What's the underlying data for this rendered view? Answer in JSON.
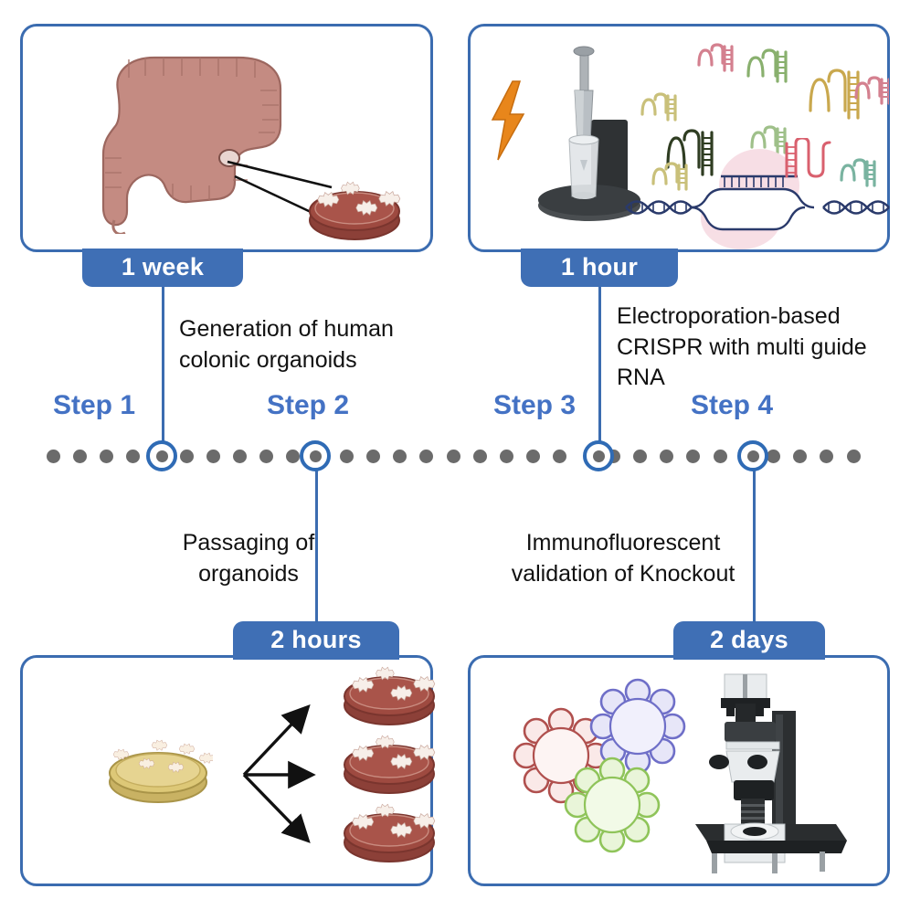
{
  "diagram": {
    "title": "CRISPR knockout workflow in human colonic organoids",
    "accent_blue": "#3b6cb0",
    "step_label_color": "#4472c4",
    "badge_color": "#3f6fb5",
    "dot_color": "#6b6b6b"
  },
  "steps": [
    {
      "id": "step-1",
      "label": "Step 1",
      "duration": "1 week",
      "description": "Generation of human\ncolonic organoids",
      "panel": "colon-organoid-panel"
    },
    {
      "id": "step-2",
      "label": "Step 2",
      "duration": "2 hours",
      "description": "Passaging of\norganoids",
      "panel": "passaging-panel"
    },
    {
      "id": "step-3",
      "label": "Step 3",
      "duration": "1 hour",
      "description": "Electroporation-based\nCRISPR with multi guide\nRNA",
      "panel": "electroporation-crispr-panel"
    },
    {
      "id": "step-4",
      "label": "Step 4",
      "duration": "2 days",
      "description": "Immunofluorescent\nvalidation of Knockout",
      "panel": "immunofluorescence-panel"
    }
  ],
  "panels": {
    "panel_1": {
      "name": "colon-organoid-panel",
      "icons": [
        "human-colon-icon",
        "callout-line-icon",
        "petri-dish-icon",
        "organoid-star-icon"
      ]
    },
    "panel_2": {
      "name": "electroporation-crispr-panel",
      "icons": [
        "lightning-bolt-icon",
        "electroporator-icon",
        "guide-rna-icon",
        "dna-helix-icon",
        "cas9-complex-icon"
      ]
    },
    "panel_3": {
      "name": "passaging-panel",
      "icons": [
        "source-dish-icon",
        "arrow-icon",
        "petri-dish-icon",
        "organoid-star-icon"
      ]
    },
    "panel_4": {
      "name": "immunofluorescence-panel",
      "icons": [
        "organoid-red-icon",
        "organoid-blue-icon",
        "organoid-green-icon",
        "microscope-icon"
      ]
    }
  },
  "timeline": {
    "name": "process-timeline",
    "dot_count": 31,
    "marker_steps": [
      "Step 1",
      "Step 2",
      "Step 3",
      "Step 4"
    ]
  },
  "colors": {
    "colon": "#c48b82",
    "dish_red": "#9e4a40",
    "dish_yellow": "#d9c473",
    "bolt_orange": "#e8861b",
    "cas9_pink": "#f7dde4",
    "dna_navy": "#2a3a6b",
    "grna_red": "#d9606e",
    "organoid_red": "#b0504e",
    "organoid_blue": "#6f6fc8",
    "organoid_green": "#8fc45a"
  }
}
